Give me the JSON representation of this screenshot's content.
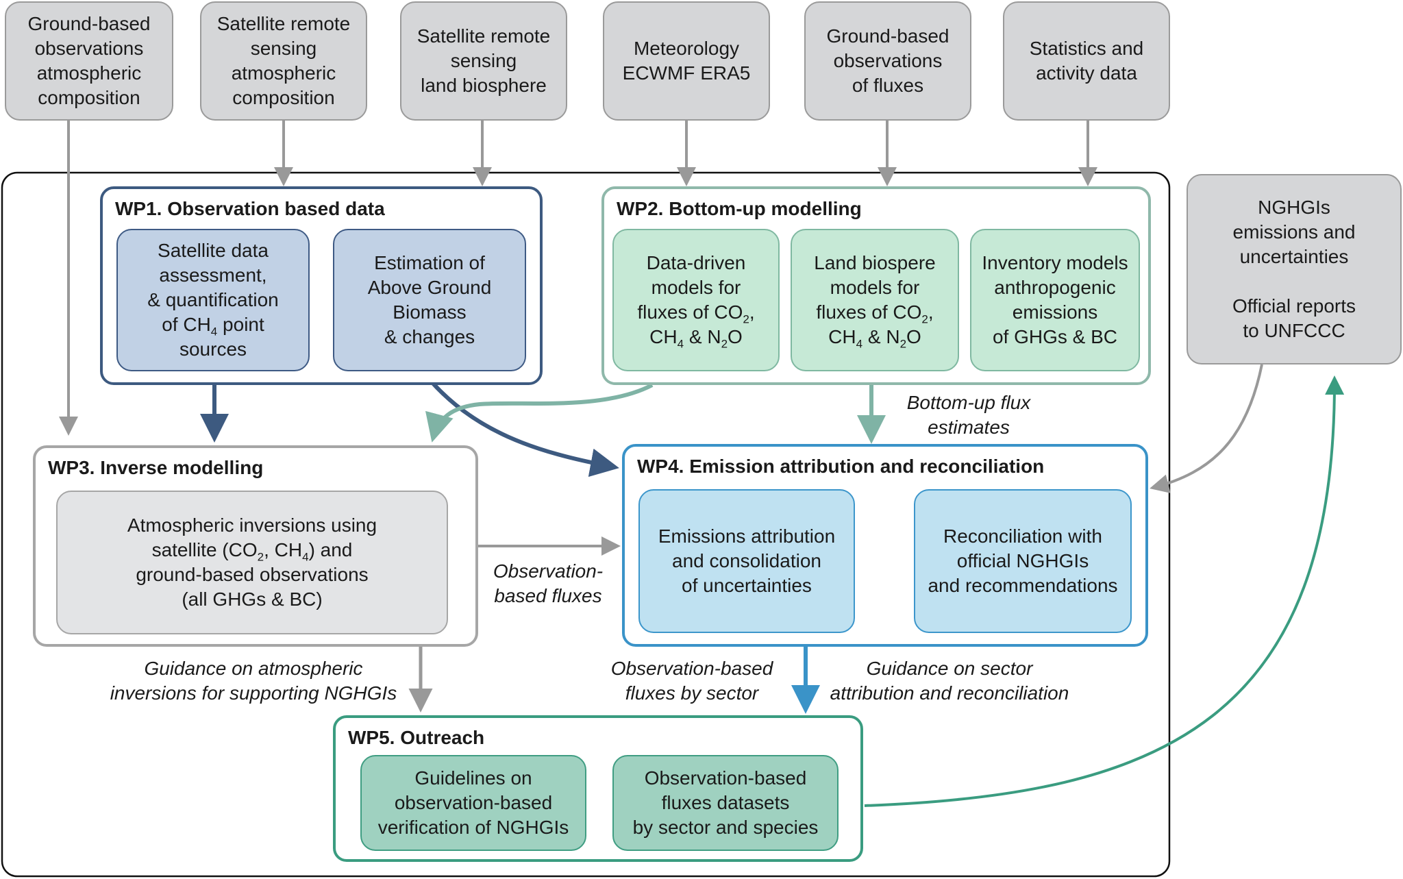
{
  "sources": {
    "ground_atm": [
      "Ground-based",
      "observations",
      "atmospheric",
      "composition"
    ],
    "sat_atm": [
      "Satellite remote",
      "sensing",
      "atmospheric",
      "composition"
    ],
    "sat_land": [
      "Satellite remote",
      "sensing",
      "land biosphere"
    ],
    "meteo": [
      "Meteorology",
      "ECWMF ERA5"
    ],
    "ground_flux": [
      "Ground-based",
      "observations",
      "of fluxes"
    ],
    "stats": [
      "Statistics and",
      "activity data"
    ],
    "nghgi": [
      "NGHGIs",
      "emissions and",
      "uncertainties",
      "",
      "Official reports",
      "to UNFCCC"
    ]
  },
  "wp1": {
    "title": "WP1. Observation based data",
    "box1": {
      "l1": "Satellite data",
      "l2": "assessment,",
      "l3": "& quantification",
      "l4a": "of CH",
      "l4sub": "4",
      "l4b": " point",
      "l5": "sources"
    },
    "box2": [
      "Estimation of",
      "Above Ground",
      "Biomass",
      "& changes"
    ]
  },
  "wp2": {
    "title": "WP2. Bottom-up modelling",
    "box1": {
      "l1": "Data-driven",
      "l2": "models for",
      "l3a": "fluxes of CO",
      "l3sub": "2",
      "l3b": ",",
      "l4a": "CH",
      "l4sub1": "4",
      "l4b": " & N",
      "l4sub2": "2",
      "l4c": "O"
    },
    "box2": {
      "l1": "Land biospere",
      "l2": "models for",
      "l3a": "fluxes of CO",
      "l3sub": "2",
      "l3b": ",",
      "l4a": "CH",
      "l4sub1": "4",
      "l4b": " & N",
      "l4sub2": "2",
      "l4c": "O"
    },
    "box3": [
      "Inventory models",
      "anthropogenic",
      "emissions",
      "of GHGs & BC"
    ]
  },
  "wp3": {
    "title": "WP3. Inverse modelling",
    "box": {
      "l1": "Atmospheric inversions using",
      "l2a": "satellite (CO",
      "l2sub1": "2",
      "l2b": ", CH",
      "l2sub2": "4",
      "l2c": ") and",
      "l3": "ground-based observations",
      "l4": "(all GHGs & BC)"
    }
  },
  "wp4": {
    "title": "WP4. Emission attribution and reconciliation",
    "box1": [
      "Emissions attribution",
      "and consolidation",
      "of uncertainties"
    ],
    "box2": [
      "Reconciliation with",
      "official NGHGIs",
      "and recommendations"
    ]
  },
  "wp5": {
    "title": "WP5. Outreach",
    "box1": [
      "Guidelines on",
      "observation-based",
      "verification of NGHGIs"
    ],
    "box2": [
      "Observation-based",
      "fluxes datasets",
      "by sector and species"
    ]
  },
  "labels": {
    "bottom_up": [
      "Bottom-up flux",
      "estimates"
    ],
    "obs_fluxes": [
      "Observation-",
      "based fluxes"
    ],
    "guidance_inv": [
      "Guidance on atmospheric",
      "inversions for supporting NGHGIs"
    ],
    "obs_sector": [
      "Observation-based",
      "fluxes by sector"
    ],
    "guidance_sector": [
      "Guidance on sector",
      "attribution and reconciliation"
    ]
  },
  "colors": {
    "grey_arrow": "#999999",
    "wp1_blue": "#3d5a80",
    "wp2_green": "#7fb3a5",
    "wp4_blue": "#3a93c8",
    "wp5_teal": "#3a9c80"
  }
}
